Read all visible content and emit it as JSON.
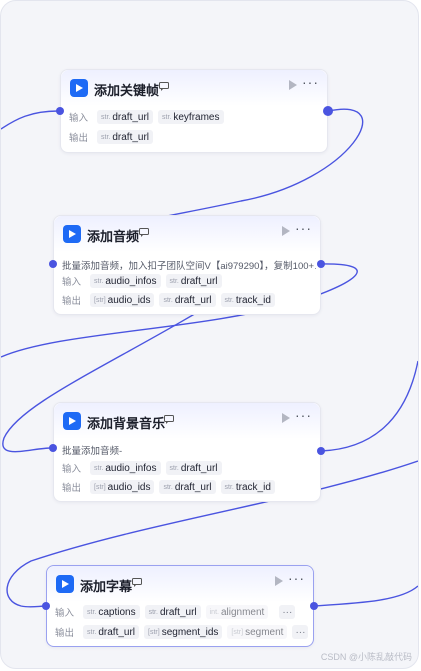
{
  "nodes": [
    {
      "title": "添加关键帧",
      "inputs": [
        {
          "type": "str.",
          "name": "draft_url"
        },
        {
          "type": "str.",
          "name": "keyframes"
        }
      ],
      "outputs": [
        {
          "type": "str.",
          "name": "draft_url"
        }
      ]
    },
    {
      "title": "添加音频",
      "description": "批量添加音频，加入扣子团队空间V【ai979290】，复制100+…",
      "inputs": [
        {
          "type": "str.",
          "name": "audio_infos"
        },
        {
          "type": "str.",
          "name": "draft_url"
        }
      ],
      "outputs": [
        {
          "type": "[str]",
          "name": "audio_ids"
        },
        {
          "type": "str.",
          "name": "draft_url"
        },
        {
          "type": "str.",
          "name": "track_id"
        }
      ]
    },
    {
      "title": "添加背景音乐",
      "description": "批量添加音频-",
      "inputs": [
        {
          "type": "str.",
          "name": "audio_infos"
        },
        {
          "type": "str.",
          "name": "draft_url"
        }
      ],
      "outputs": [
        {
          "type": "[str]",
          "name": "audio_ids"
        },
        {
          "type": "str.",
          "name": "draft_url"
        },
        {
          "type": "str.",
          "name": "track_id"
        }
      ]
    },
    {
      "title": "添加字幕",
      "inputs": [
        {
          "type": "str.",
          "name": "captions"
        },
        {
          "type": "str.",
          "name": "draft_url"
        },
        {
          "type": "int.",
          "name": "alignment"
        }
      ],
      "outputs": [
        {
          "type": "str.",
          "name": "draft_url"
        },
        {
          "type": "[str]",
          "name": "segment_ids"
        },
        {
          "type": "[str]",
          "name": "segment"
        }
      ]
    }
  ],
  "labels": {
    "input": "输入",
    "output": "输出",
    "more": "···",
    "ellipsis": "···"
  },
  "watermark": "CSDN @小陈乱敲代码",
  "colors": {
    "wire": "#4a54e0",
    "icon": "#1e6af5",
    "canvas": "#f4f5f9"
  },
  "icons": [
    "play-icon",
    "more-icon",
    "comment-icon",
    "video-app-icon"
  ]
}
